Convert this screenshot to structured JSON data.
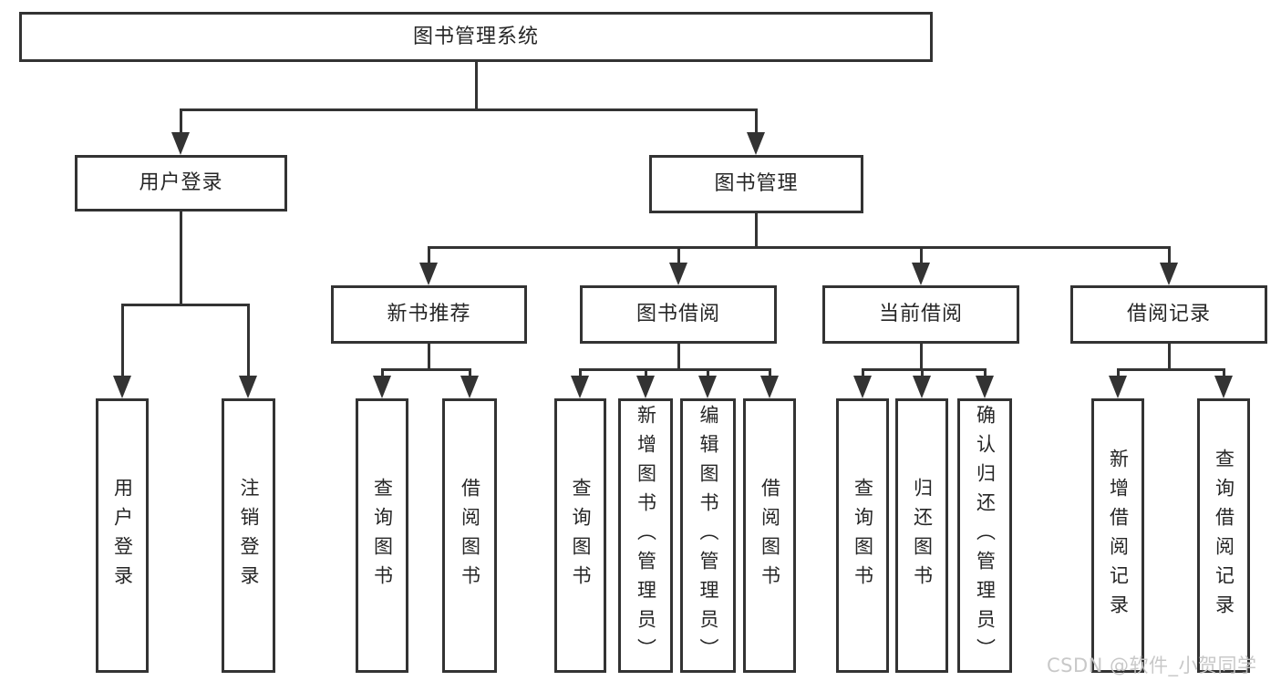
{
  "diagram": {
    "type": "hierarchy-tree",
    "title": "图书管理系统"
  },
  "colors": {
    "line": "#333333",
    "text": "#262626",
    "bg": "#ffffff",
    "watermark": "#c6c6c6"
  },
  "tree": {
    "root": {
      "label": "图书管理系统"
    },
    "branches": [
      {
        "label": "用户登录",
        "children": [
          {
            "label": "用户登录"
          },
          {
            "label": "注销登录"
          }
        ]
      },
      {
        "label": "图书管理",
        "children": [
          {
            "label": "新书推荐",
            "children": [
              {
                "label": "查询图书"
              },
              {
                "label": "借阅图书"
              }
            ]
          },
          {
            "label": "图书借阅",
            "children": [
              {
                "label": "查询图书"
              },
              {
                "label": "新增图书（管理员）"
              },
              {
                "label": "编辑图书（管理员）"
              },
              {
                "label": "借阅图书"
              }
            ]
          },
          {
            "label": "当前借阅",
            "children": [
              {
                "label": "查询图书"
              },
              {
                "label": "归还图书"
              },
              {
                "label": "确认归还（管理员）"
              }
            ]
          },
          {
            "label": "借阅记录",
            "children": [
              {
                "label": "新增借阅记录"
              },
              {
                "label": "查询借阅记录"
              }
            ]
          }
        ]
      }
    ]
  },
  "watermark": {
    "text": "CSDN @软件_小贺同学"
  }
}
